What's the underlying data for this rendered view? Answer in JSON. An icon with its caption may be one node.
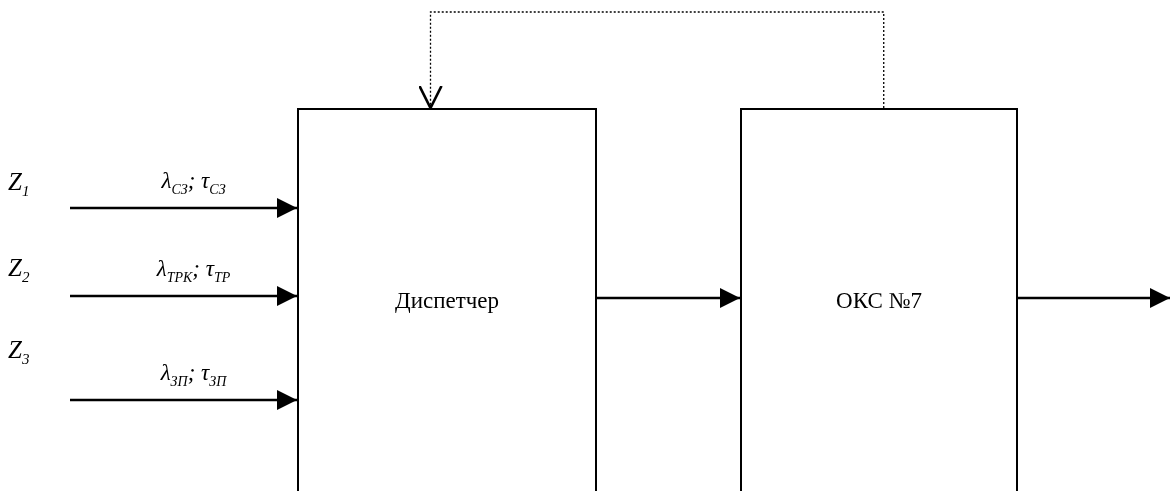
{
  "diagram": {
    "nodes": [
      {
        "text": [
          "Z$_{1}$"
        ]
      },
      {
        "text": [
          "Z$_{2}$"
        ]
      },
      {
        "text": [
          "Z$_{3}$"
        ]
      },
      {
        "text": [
          "Диспетчер"
        ]
      },
      {
        "text": [
          "ОКС №7"
        ]
      }
    ],
    "edges": [
      {
        "from": 0,
        "to": 3,
        "arrow": "to",
        "label": "λ$_{СЗ}$; τ$_{СЗ}$"
      },
      {
        "from": 1,
        "to": 3,
        "arrow": "to",
        "label": "λ$_{ТРК}$; τ$_{ТР}$"
      },
      {
        "from": 2,
        "to": 3,
        "arrow": "to",
        "label": "λ$_{ЗП}$; τ$_{ЗП}$"
      },
      {
        "from": 3,
        "to": 4,
        "arrow": "to"
      },
      {
        "from": 4,
        "to": null,
        "arrow": "to"
      },
      {
        "from": 4,
        "to": 3,
        "arrow": "to",
        "style": "dashed"
      }
    ]
  }
}
